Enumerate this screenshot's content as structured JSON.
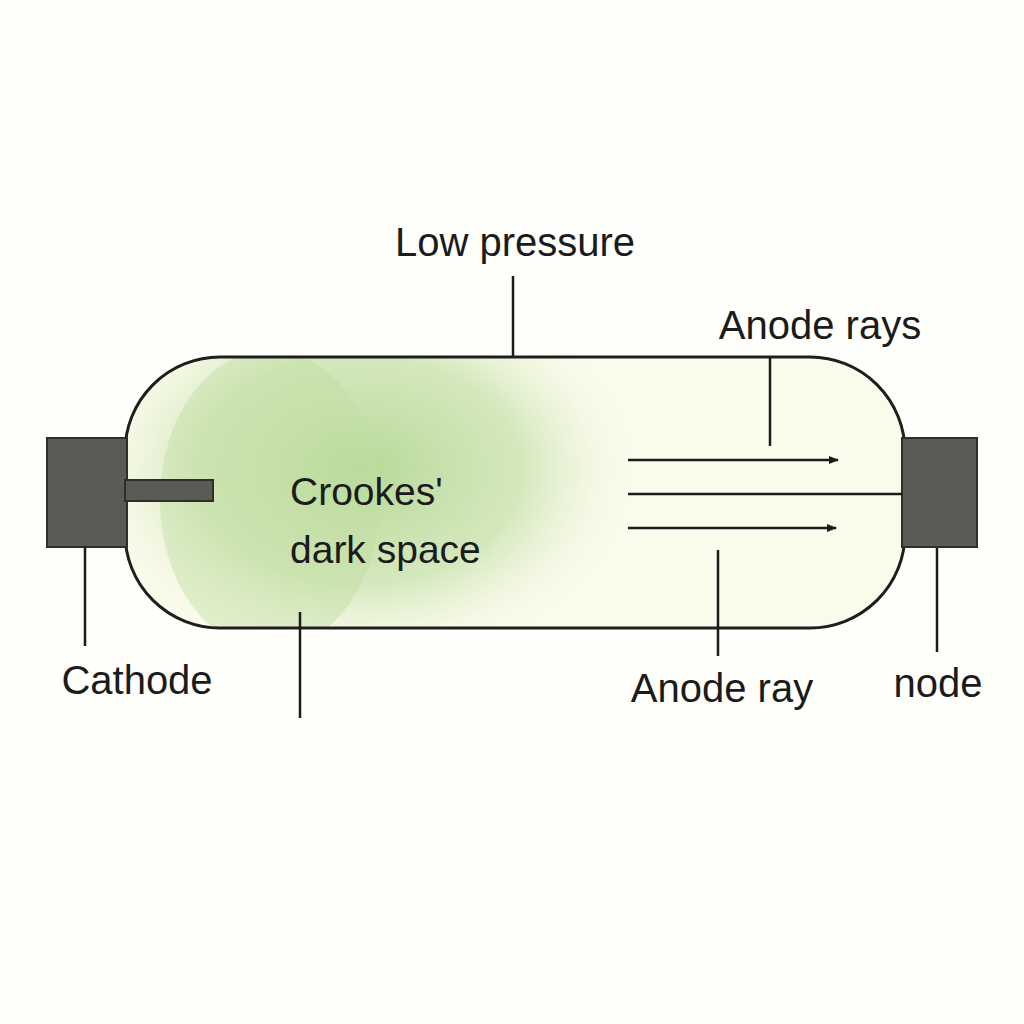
{
  "diagram": {
    "nodes": [
      {
        "text": [
          "Crookes' dark space"
        ]
      }
    ],
    "labels": [
      "Low pressure",
      "Anode rays",
      "Cathode",
      "Anode ray",
      "node"
    ]
  }
}
